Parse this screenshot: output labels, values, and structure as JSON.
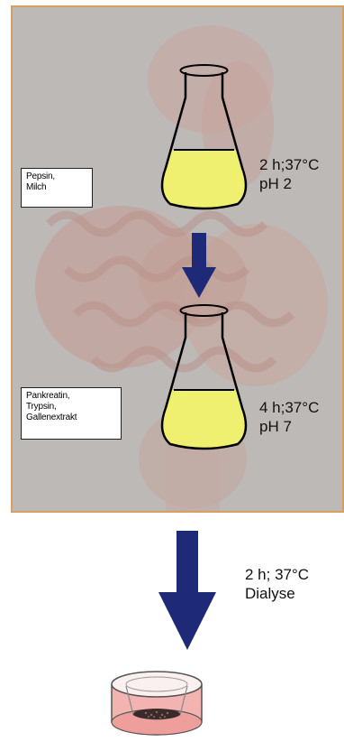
{
  "step1": {
    "label_lines": [
      "Pepsin,",
      "Milch"
    ],
    "condition_lines": [
      "2 h;37°C",
      "pH 2"
    ]
  },
  "step2": {
    "label_lines": [
      "Pankreatin,",
      "Trypsin,",
      "Gallenextrakt"
    ],
    "condition_lines": [
      "4 h;37°C",
      "pH 7"
    ]
  },
  "step3": {
    "condition_lines": [
      "2 h; 37°C",
      "Dialyse"
    ]
  },
  "colors": {
    "panel_border": "#d8a060",
    "panel_bg": "#b9b6b4",
    "liquid": "#efef70",
    "arrow": "#1e2a78",
    "dish_fill": "#f0a8a8"
  },
  "icons": {
    "flask": "erlenmeyer-flask-icon",
    "arrow": "down-arrow-icon",
    "dish": "petri-dish-icon",
    "background": "digestive-tract-image"
  }
}
